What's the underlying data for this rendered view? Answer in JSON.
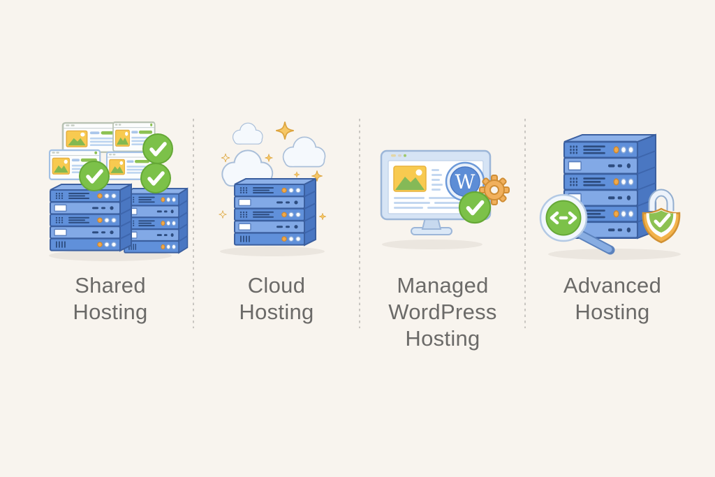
{
  "page": {
    "background_color": "#f8f4ee",
    "divider_color": "#c9c6c1",
    "label_color": "#6b6a68",
    "shadow_color": "#ebe6df"
  },
  "palette": {
    "server_blue": "#6090da",
    "server_blue_light": "#82a9e6",
    "server_side_blue": "#4a77c2",
    "outline_navy": "#3b5f9f",
    "check_green": "#7cc149",
    "button_green": "#8cc152",
    "gear_orange": "#f1b05c",
    "shield_gold": "#f3b34c",
    "sparkle_gold": "#f6c766",
    "image_placeholder_yellow": "#f8ca50",
    "cloud_outline": "#aabfd9",
    "monitor_frame_blue": "#d6e4f5"
  },
  "panels": [
    {
      "id": "shared-hosting",
      "label": "Shared Hosting",
      "label_lines": [
        "Shared",
        "Hosting"
      ],
      "illustration": "two-server-stacks-with-browser-windows-and-green-checkmarks"
    },
    {
      "id": "cloud-hosting",
      "label": "Cloud Hosting",
      "label_lines": [
        "Cloud",
        "Hosting"
      ],
      "illustration": "server-stack-with-clouds-and-gold-sparkles"
    },
    {
      "id": "managed-wordpress-hosting",
      "label": "Managed WordPress Hosting",
      "label_lines": [
        "Managed",
        "WordPress",
        "Hosting"
      ],
      "wordpress_initial": "W",
      "illustration": "monitor-with-wordpress-logo-gear-and-green-checkmark"
    },
    {
      "id": "advanced-hosting",
      "label": "Advanced Hosting",
      "label_lines": [
        "Advanced",
        "Hosting"
      ],
      "illustration": "server-stack-with-code-magnifier-and-shield-padlock"
    }
  ]
}
